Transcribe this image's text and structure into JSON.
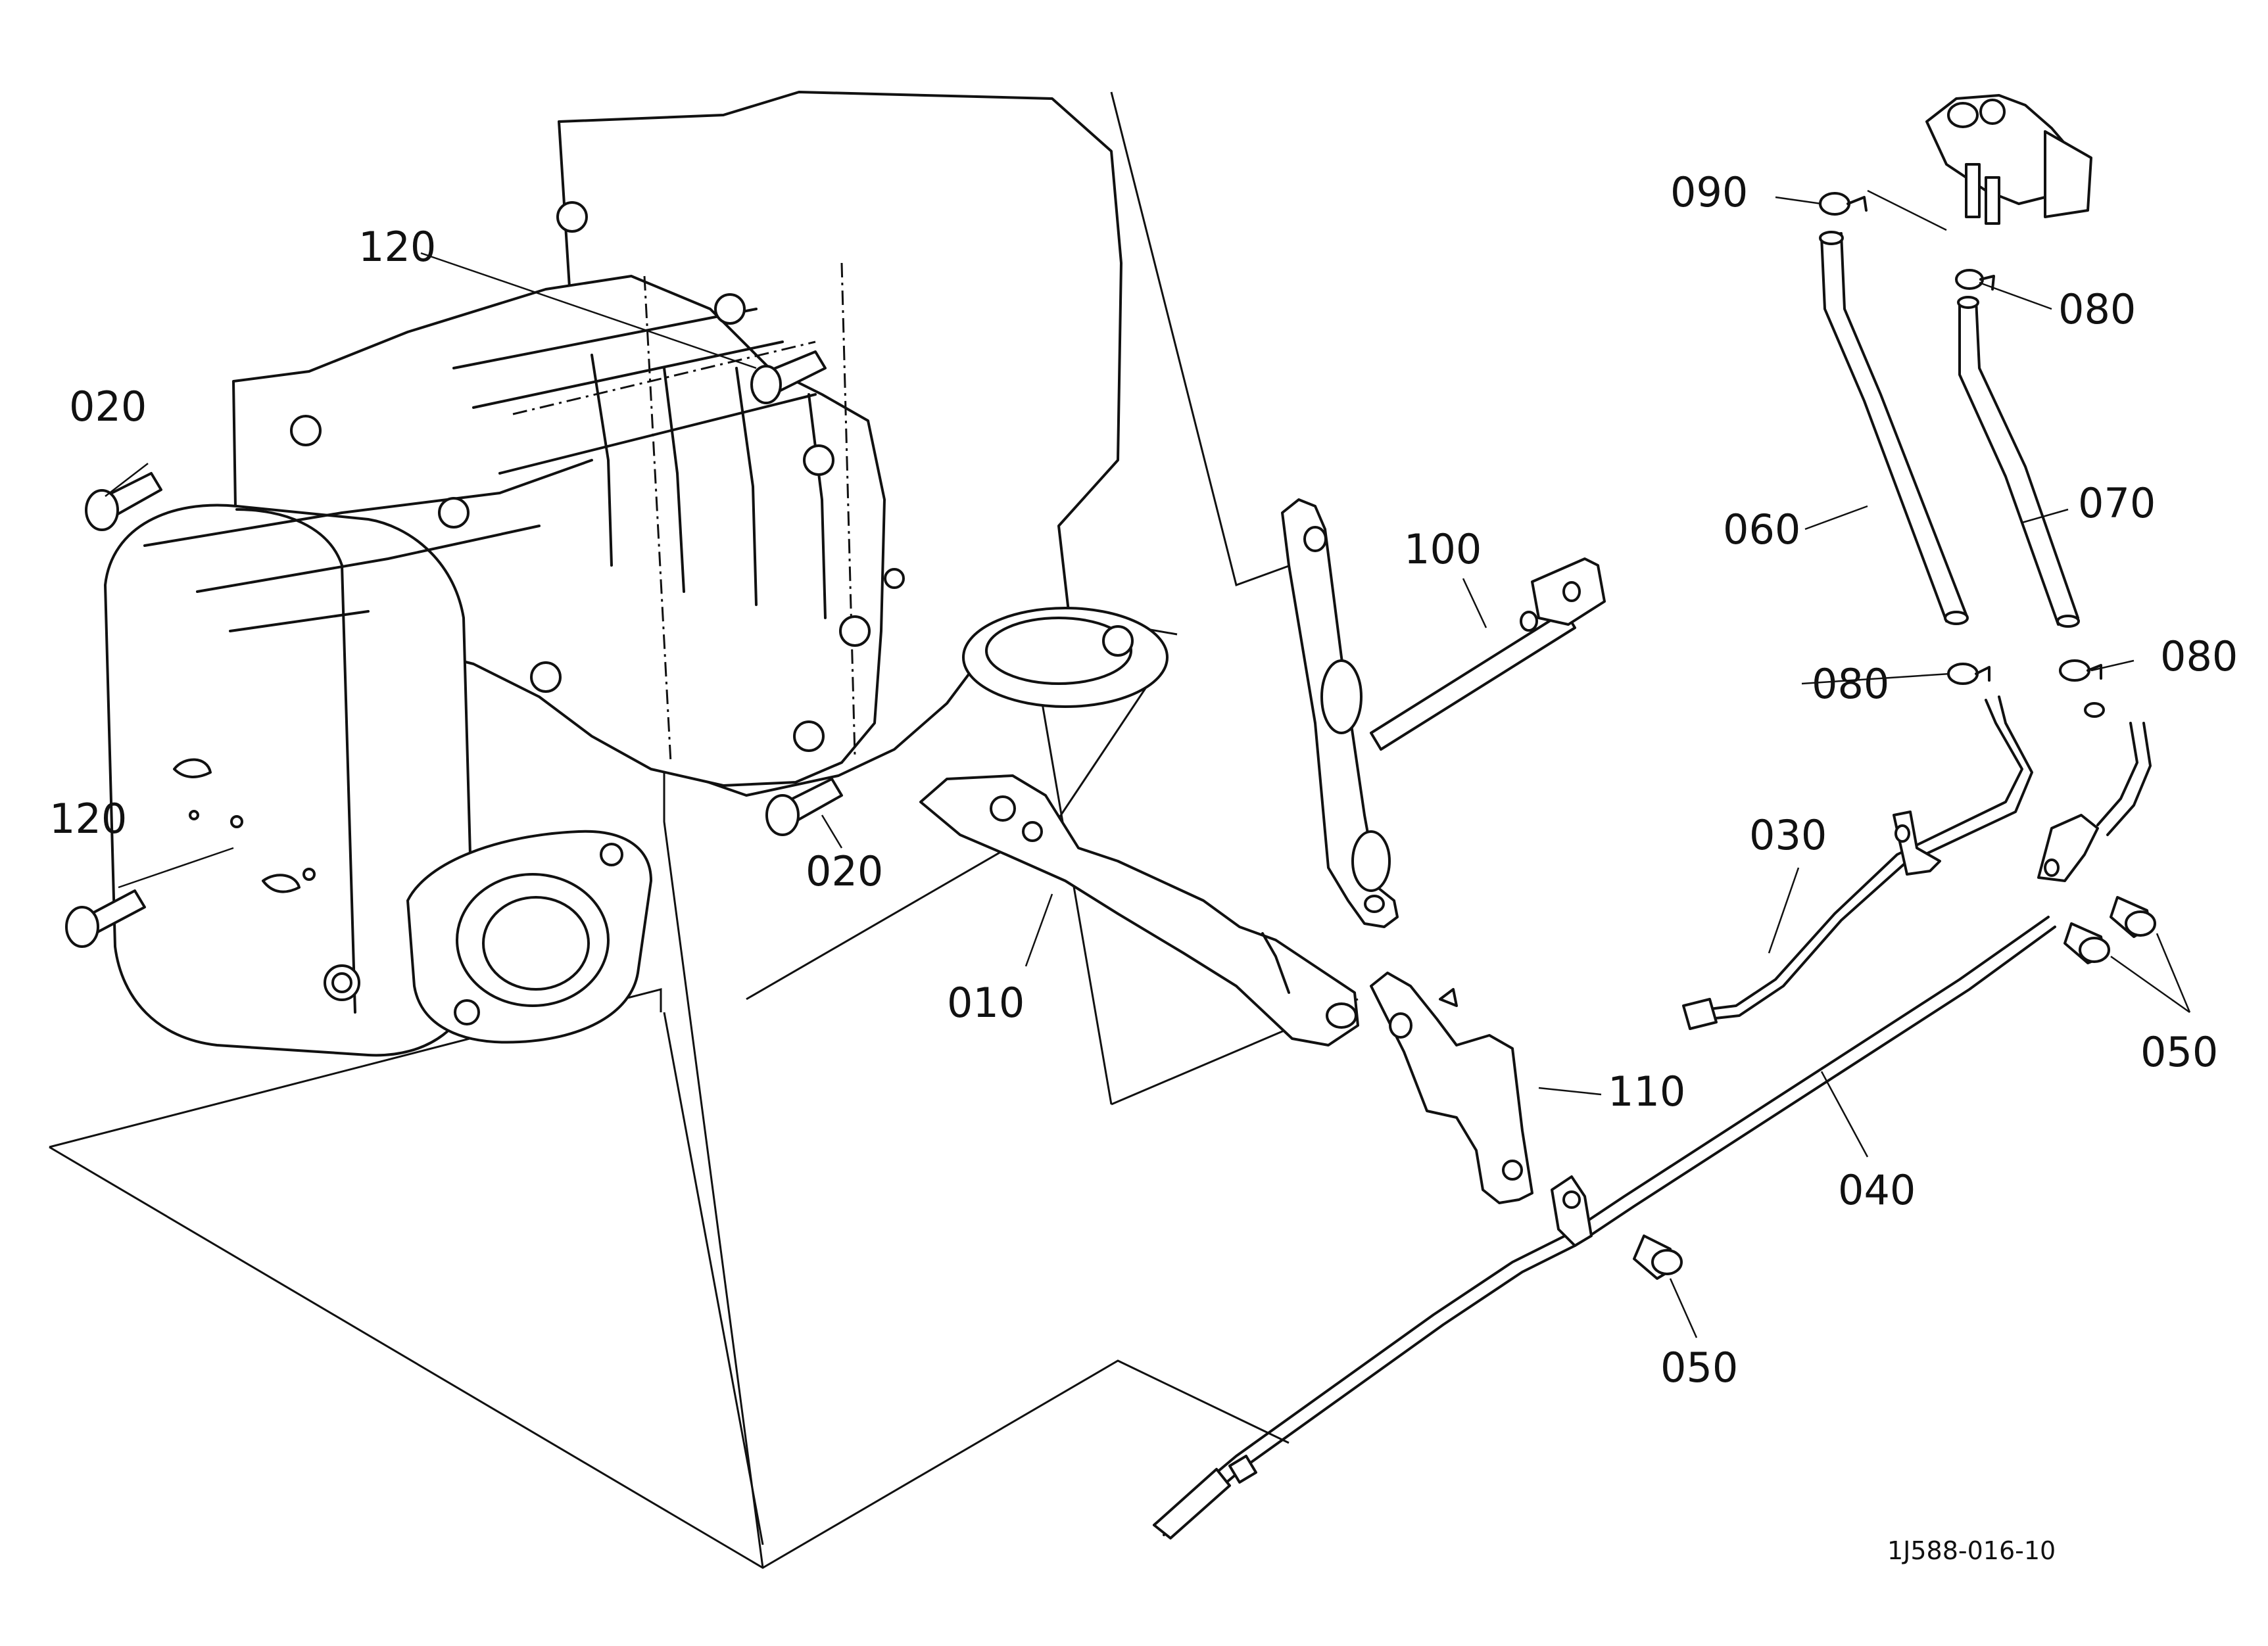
{
  "diagram": {
    "callouts": {
      "c010": "010",
      "c020_top": "020",
      "c020_bottom": "020",
      "c030": "030",
      "c040": "040",
      "c050_right": "050",
      "c050_bottom": "050",
      "c060": "060",
      "c070": "070",
      "c080_top": "080",
      "c080_mid_left": "080",
      "c080_mid_right": "080",
      "c090": "090",
      "c100": "100",
      "c110": "110",
      "c120_top": "120",
      "c120_left": "120"
    },
    "drawing_code": "1J588-016-10"
  }
}
